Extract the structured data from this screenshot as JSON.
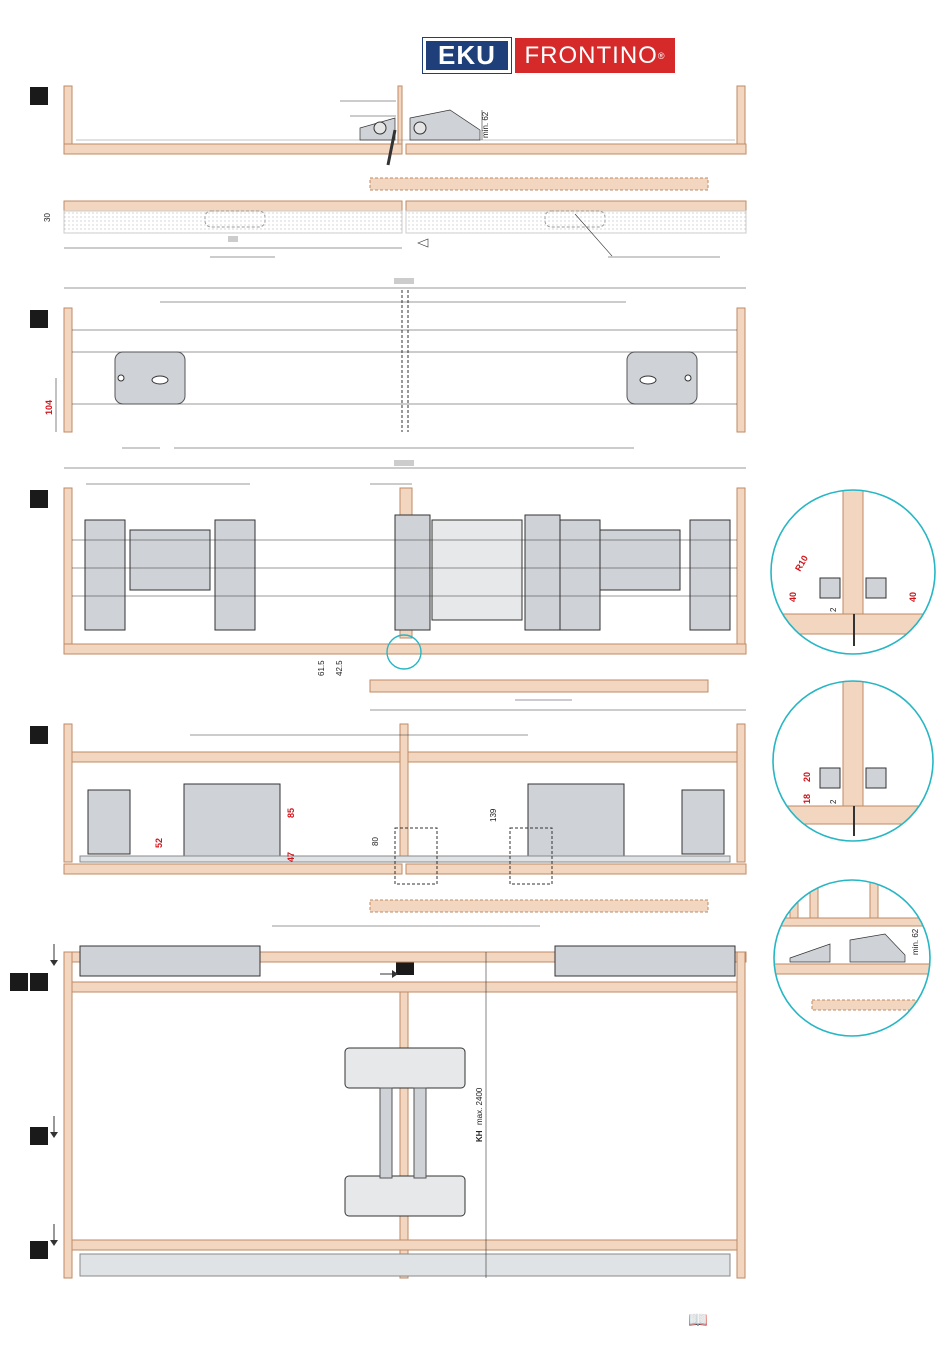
{
  "brand": {
    "left": "EKU",
    "right": "FRONTINO",
    "reg": "®"
  },
  "colors": {
    "wood": "#f3d6c0",
    "wood_edge": "#c08a66",
    "brand_blue": "#1f3f7a",
    "brand_red": "#d62a2a",
    "dim_red": "#d0151b",
    "detail_circle": "#27b6c4"
  },
  "dims": {
    "min62": "min. 62",
    "d30": "30",
    "d104": "104",
    "d615": "61.5",
    "d425": "42.5",
    "d85": "85",
    "d52": "52",
    "d47": "47",
    "d80": "80",
    "d139": "139",
    "kh": "KH",
    "kh_max": "max. 2400",
    "r10": "R10",
    "d40a": "40",
    "d40b": "40",
    "d2a": "2",
    "d20": "20",
    "d18": "18",
    "d2b": "2",
    "min62b": "min. 62"
  },
  "icons": {
    "book": "book-icon",
    "markers": "step-marker-icon",
    "arrow": "arrow-icon"
  }
}
